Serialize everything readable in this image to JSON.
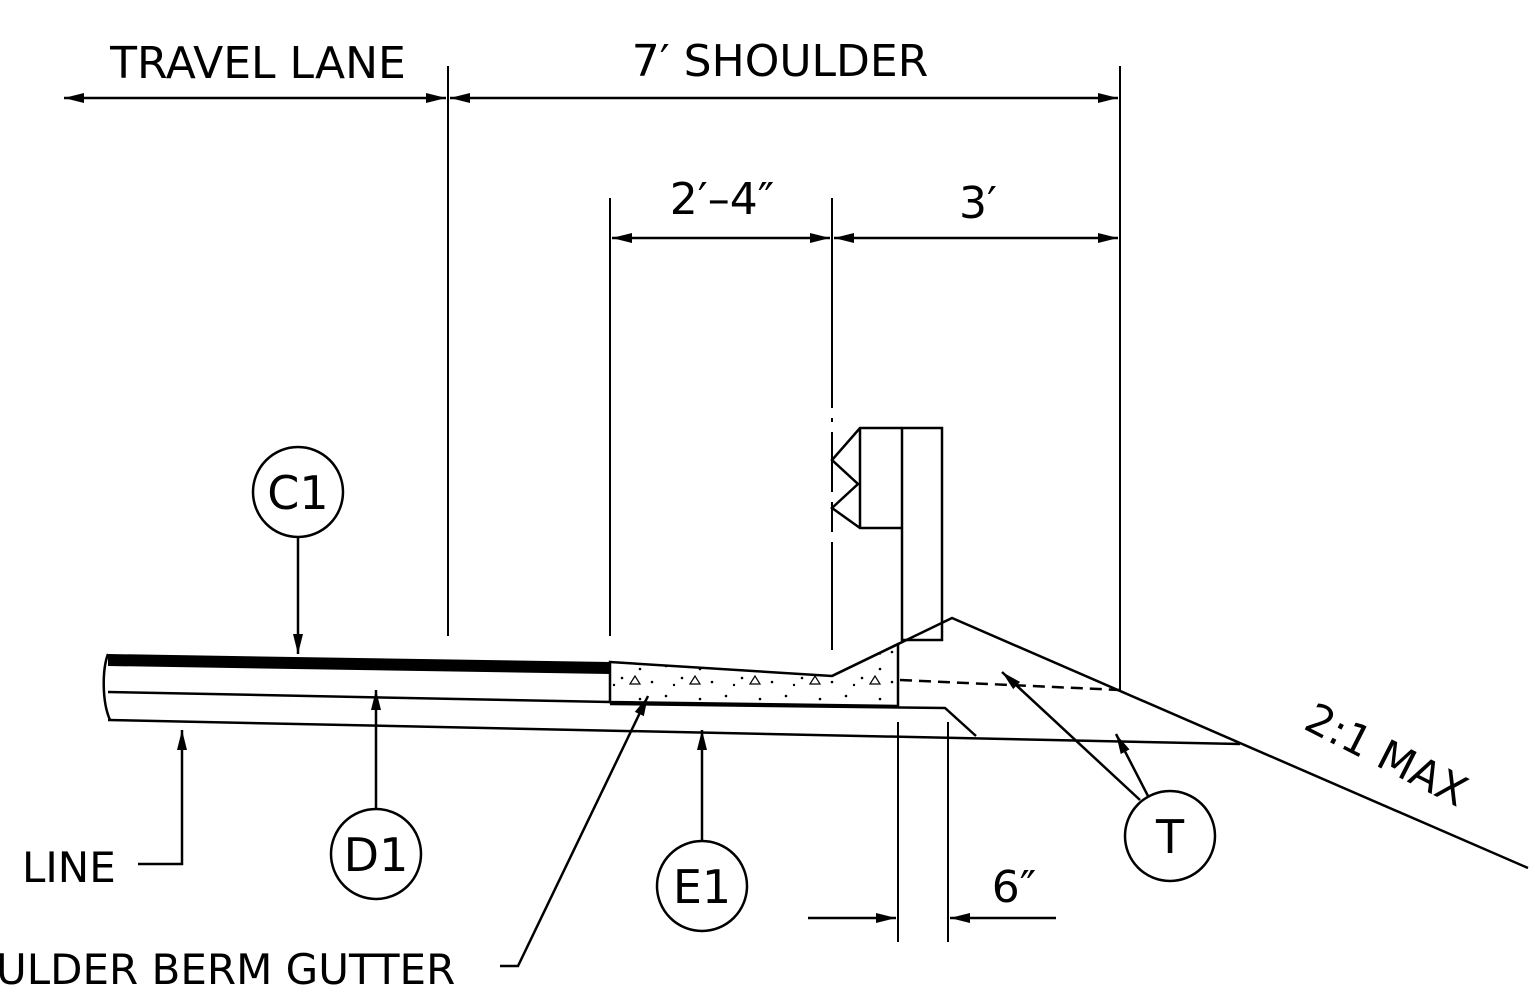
{
  "dimensions": {
    "travel_lane": "TRAVEL LANE",
    "shoulder": "7′ SHOULDER",
    "gutter_width": "2′–4″",
    "three_ft": "3′",
    "six_in": "6″"
  },
  "callouts": {
    "c1": "C1",
    "d1": "D1",
    "e1": "E1",
    "t": "T"
  },
  "labels": {
    "line": "LINE",
    "berm_gutter": "ULDER  BERM   GUTTER",
    "slope": "2:1 MAX"
  }
}
